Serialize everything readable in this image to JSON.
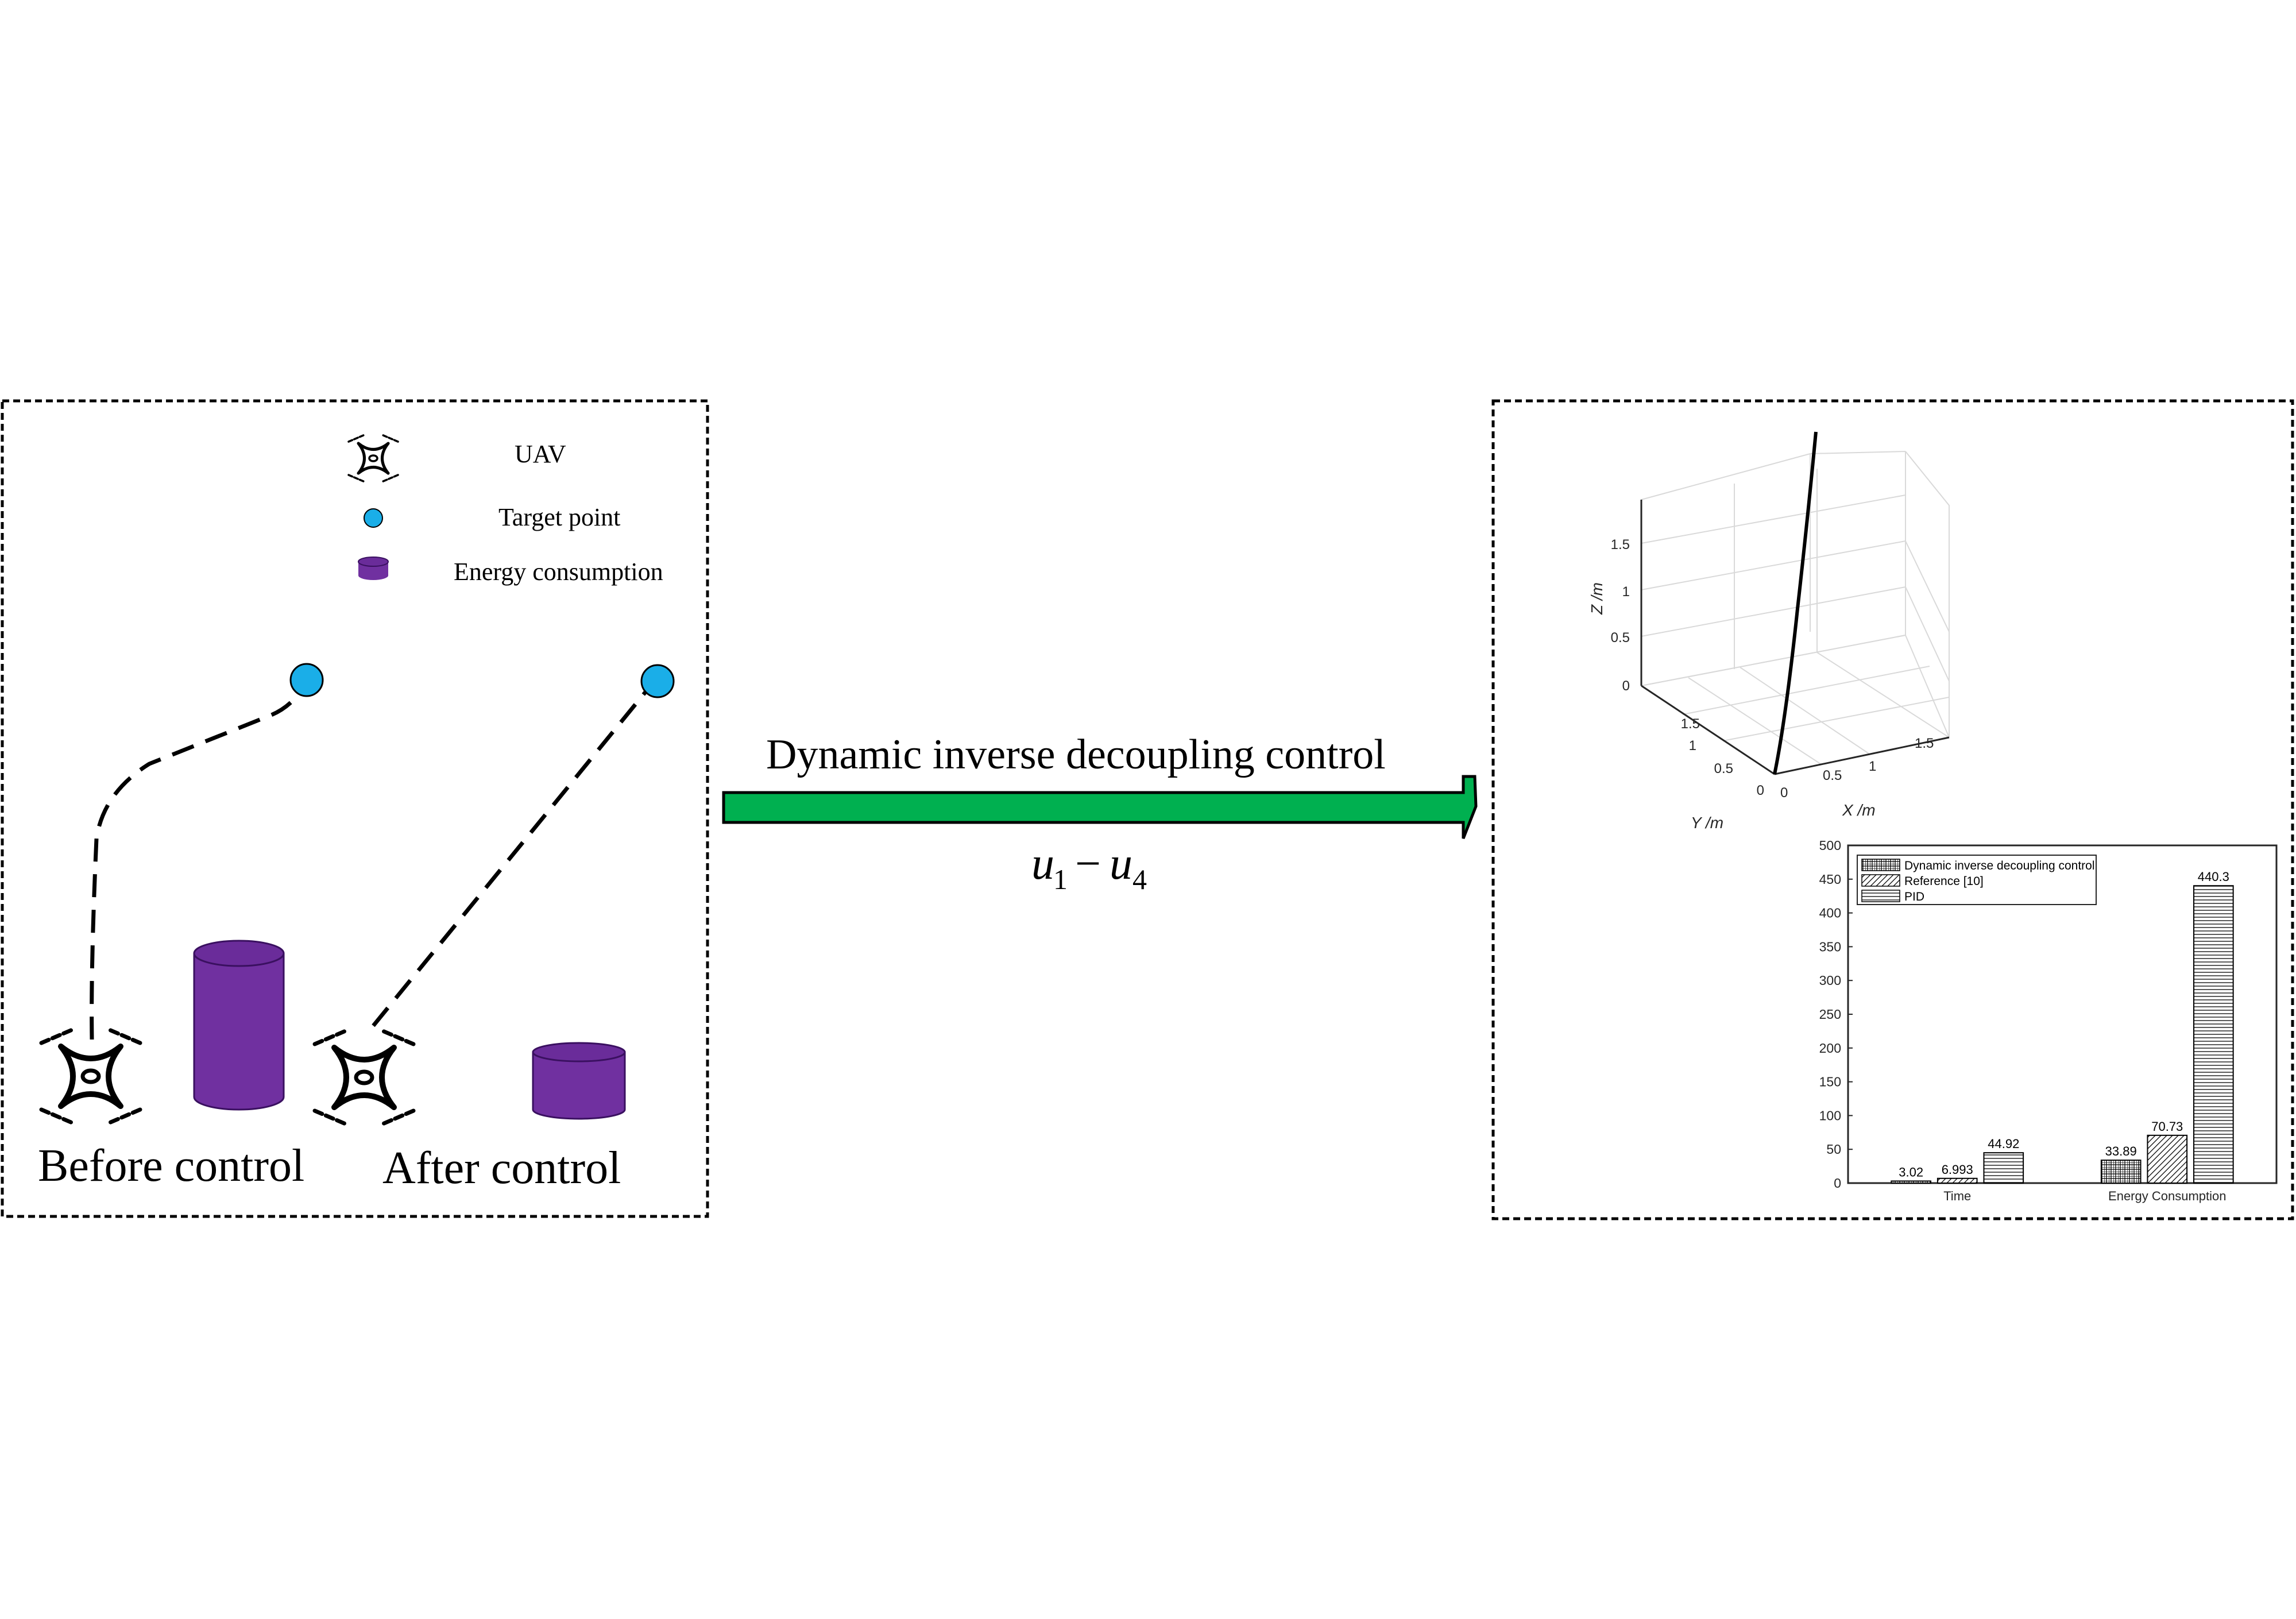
{
  "legend": {
    "uav_label": "UAV",
    "target_label": "Target point",
    "energy_label": "Energy consumption"
  },
  "panels": {
    "before_label": "Before control",
    "after_label": "After control"
  },
  "arrow": {
    "label": "Dynamic inverse decoupling control",
    "formula_u": "u",
    "formula_sub1": "1",
    "formula_minus": "−",
    "formula_sub4": "4"
  },
  "colors": {
    "target": "#1aaee8",
    "cylinder": "#7030a0",
    "cylinder_top": "#6a2c9a",
    "arrow_fill": "#00b050",
    "frame": "#000000"
  },
  "plot3d": {
    "zlabel": "Z /m",
    "xlabel": "X /m",
    "ylabel": "Y /m",
    "z_ticks": [
      "0",
      "0.5",
      "1",
      "1.5"
    ],
    "x_ticks": [
      "0",
      "0.5",
      "1",
      "1.5"
    ],
    "y_ticks": [
      "0",
      "0.5",
      "1",
      "1.5"
    ]
  },
  "chart_data": {
    "type": "bar",
    "categories": [
      "Time",
      "Energy Consumption"
    ],
    "series": [
      {
        "name": "Dynamic inverse decoupling control",
        "values": [
          3.02,
          33.89
        ],
        "labels": [
          "3.02",
          "33.89"
        ]
      },
      {
        "name": "Reference [10]",
        "values": [
          6.993,
          70.73
        ],
        "labels": [
          "6.993",
          "70.73"
        ]
      },
      {
        "name": "PID",
        "values": [
          44.92,
          440.3
        ],
        "labels": [
          "44.92",
          "440.3"
        ]
      }
    ],
    "ylim": [
      0,
      500
    ],
    "yticks": [
      0,
      50,
      100,
      150,
      200,
      250,
      300,
      350,
      400,
      450,
      500
    ],
    "legend_position": "top-left",
    "grid": false
  }
}
